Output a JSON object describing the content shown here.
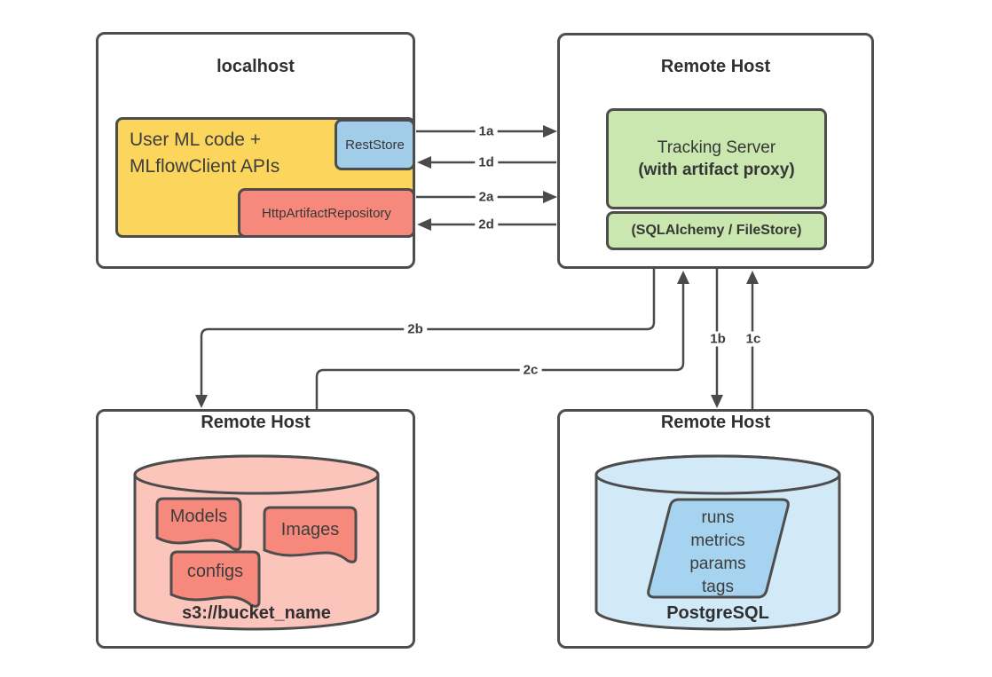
{
  "colors": {
    "stroke": "#4d4d4d",
    "arrow": "#4a4a4a",
    "yellow": "#fcd65c",
    "blue": "#a2cde9",
    "salmon": "#f7897c",
    "salmon_light": "#fbc5bc",
    "green": "#c9e7ae",
    "cylinder_blue": "#d2e9f7",
    "table_blue": "#a6d3ef"
  },
  "localhost": {
    "title": "localhost",
    "client_line1": "User ML code +",
    "client_line2": "MLflowClient APIs",
    "rest_store": "RestStore",
    "artifact_repo": "HttpArtifactRepository"
  },
  "tracking": {
    "title": "Remote Host",
    "server_line1": "Tracking Server",
    "server_line2": "(with artifact proxy)",
    "store": "(SQLAlchemy / FileStore)"
  },
  "artifact": {
    "title": "Remote Host",
    "files": [
      "Models",
      "Images",
      "configs"
    ],
    "bucket": "s3://bucket_name"
  },
  "backend": {
    "title": "Remote Host",
    "tables": [
      "runs",
      "metrics",
      "params",
      "tags"
    ],
    "database": "PostgreSQL"
  },
  "arrows": {
    "a1a": "1a",
    "a1b": "1b",
    "a1c": "1c",
    "a1d": "1d",
    "a2a": "2a",
    "a2b": "2b",
    "a2c": "2c",
    "a2d": "2d"
  }
}
